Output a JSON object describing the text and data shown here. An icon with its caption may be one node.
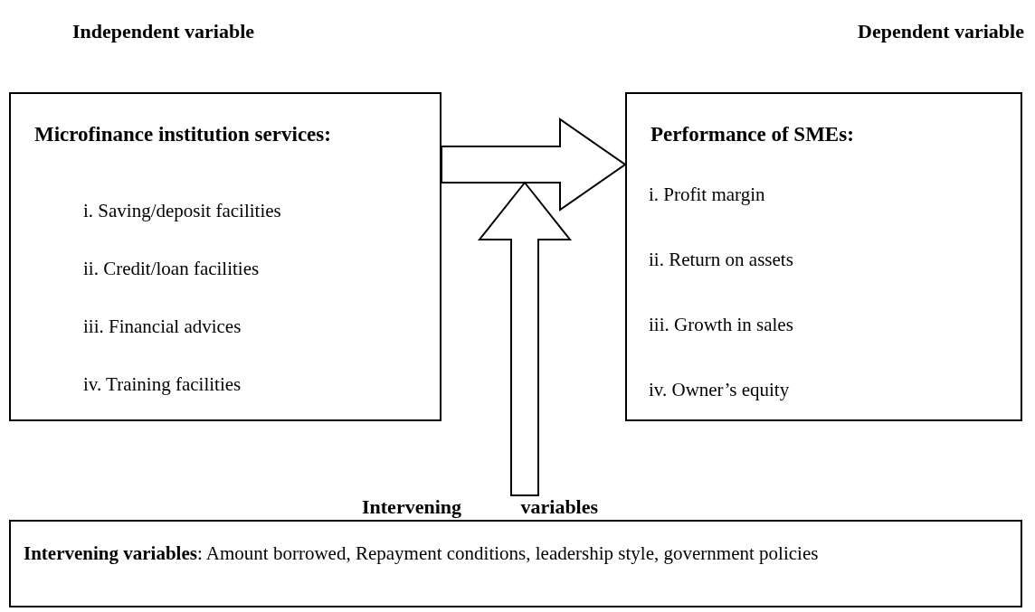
{
  "diagram": {
    "nodes": [
      {
        "text": [
          "Microfinance institution services:",
          "i. Saving/deposit facilities",
          "ii. Credit/loan facilities",
          "iii. Financial advices",
          "iv. Training facilities"
        ],
        "beside": [
          "Independent variable"
        ]
      },
      {
        "text": [
          "Performance of SMEs:",
          "i. Profit margin",
          "ii. Return on assets",
          "iii. Growth in sales",
          "iv. Owner’s equity"
        ],
        "beside": [
          "Dependent variable"
        ]
      },
      {
        "text": [
          "Intervening variables",
          "**Intervening variables**: Amount borrowed, Repayment conditions, leadership style, government policies"
        ]
      }
    ],
    "edges": [
      {
        "from": 0,
        "to": 1,
        "arrow": "to"
      },
      {
        "from": 2,
        "to": null,
        "arrow": "to"
      }
    ]
  }
}
